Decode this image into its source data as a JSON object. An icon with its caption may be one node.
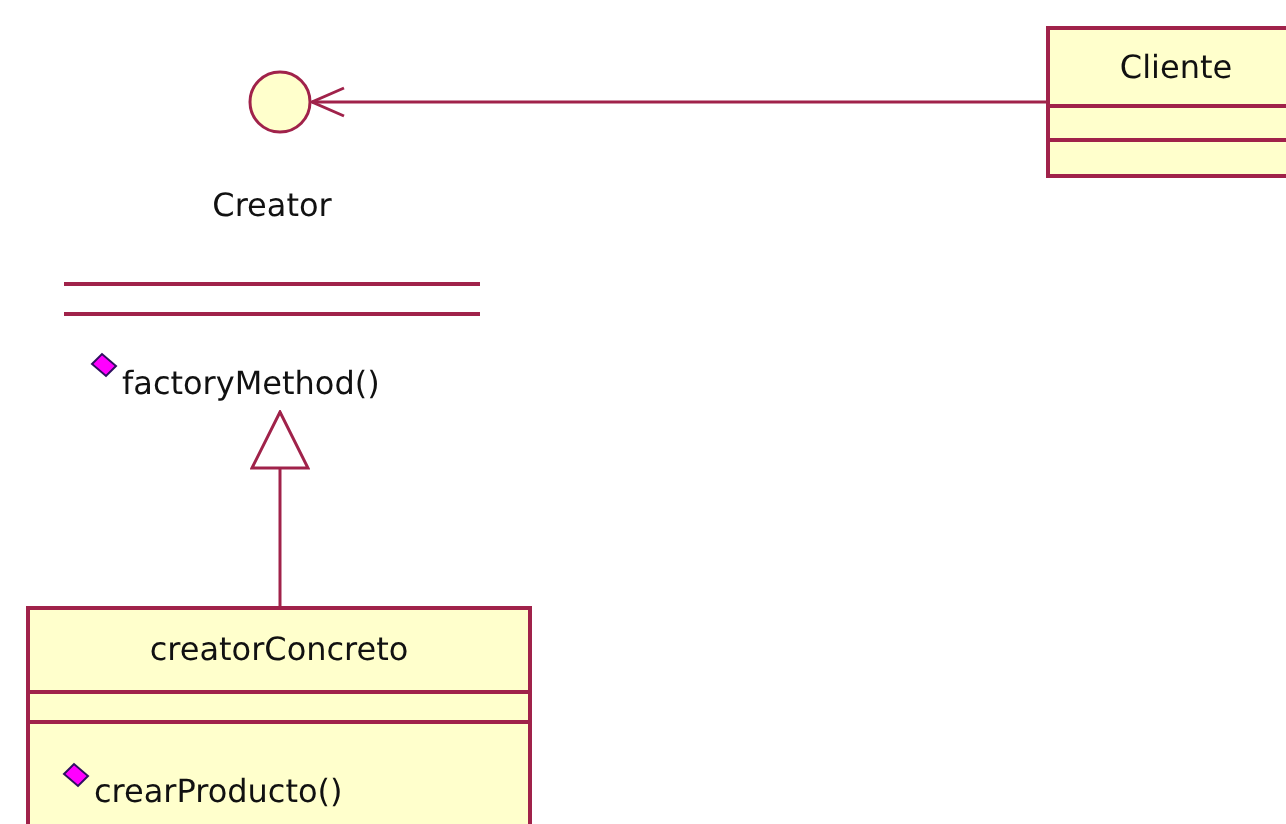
{
  "diagram": {
    "nodes": [
      {
        "text": [
          "Creator",
          "factoryMethod()"
        ]
      },
      {
        "text": [
          "Cliente"
        ]
      },
      {
        "text": [
          "creatorConcreto",
          "crearProducto()"
        ]
      }
    ],
    "edges": [
      {
        "from": 1,
        "to": 0,
        "arrow": "to"
      },
      {
        "from": 2,
        "to": 0,
        "arrow": "to"
      }
    ]
  }
}
